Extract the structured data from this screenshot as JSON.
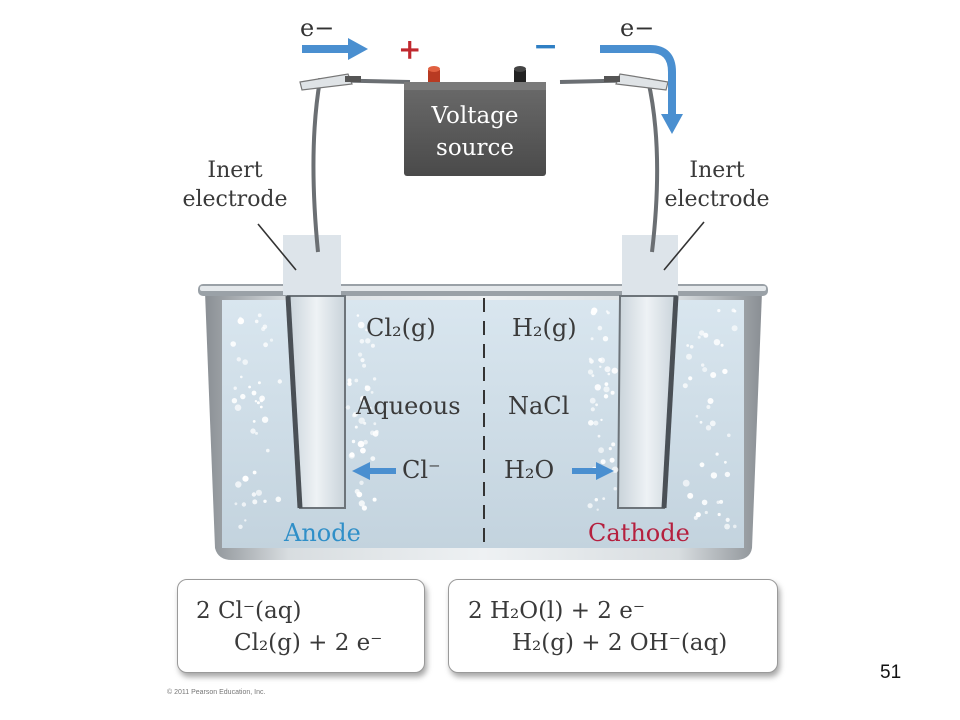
{
  "labels": {
    "electron_left": "e−",
    "electron_right": "e−",
    "plus": "+",
    "minus": "−",
    "voltage_line1": "Voltage",
    "voltage_line2": "source",
    "inert_left_line1": "Inert",
    "inert_left_line2": "electrode",
    "inert_right_line1": "Inert",
    "inert_right_line2": "electrode",
    "cl2": "Cl₂(g)",
    "h2": "H₂(g)",
    "aqueous": "Aqueous",
    "nacl": "NaCl",
    "cl_ion": "Cl⁻",
    "h2o": "H₂O",
    "anode": "Anode",
    "cathode": "Cathode"
  },
  "equations": {
    "anode_line1": "2 Cl⁻(aq)",
    "anode_line2": "Cl₂(g) + 2 e⁻",
    "cathode_line1": "2 H₂O(l) + 2 e⁻",
    "cathode_line2": "H₂(g) + 2 OH⁻(aq)"
  },
  "footer": "© 2011 Pearson Education, Inc.",
  "page_number": "51",
  "colors": {
    "arrow_blue": "#4a8fd0",
    "anode_blue": "#2f8fc8",
    "cathode_red": "#b5203f",
    "plus_red": "#c0282e",
    "minus_blue": "#2f7fc4",
    "battery": "#555555"
  }
}
